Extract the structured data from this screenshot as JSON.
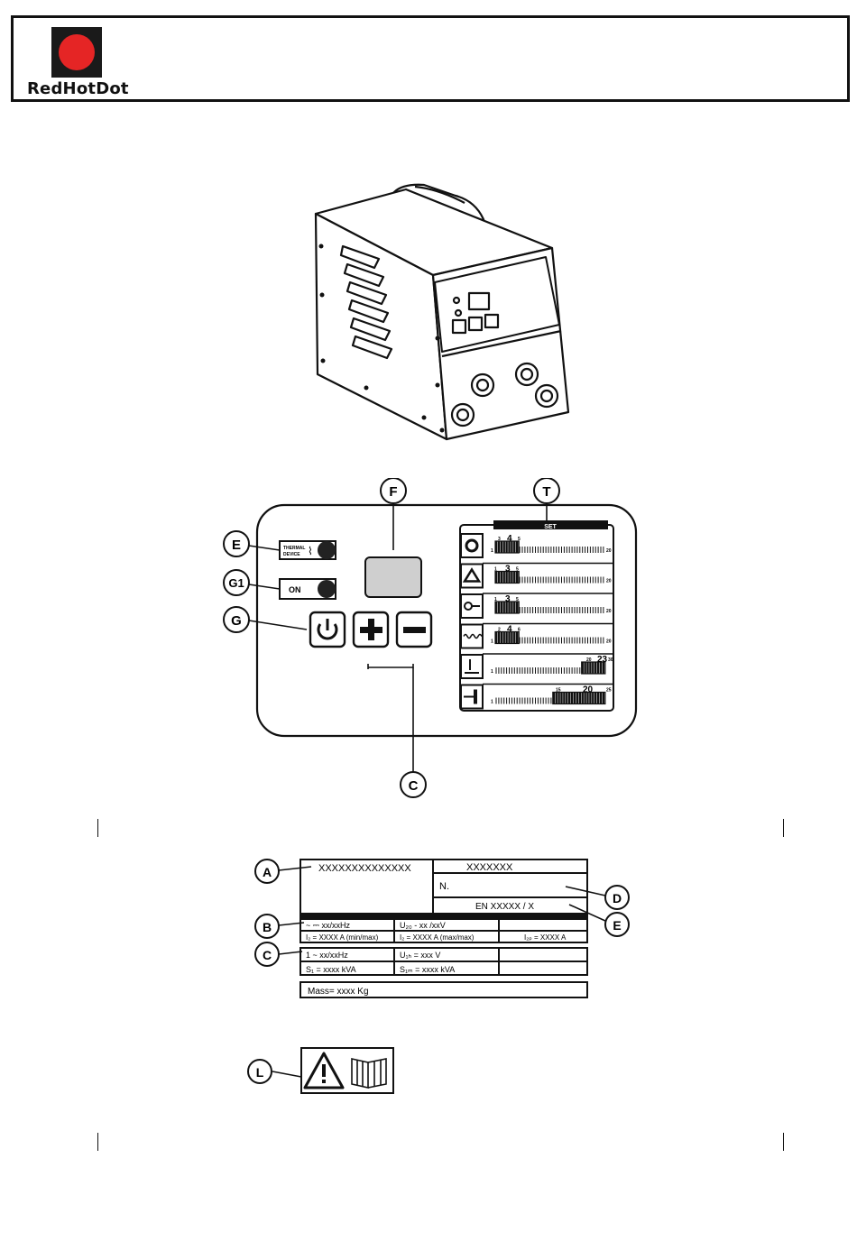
{
  "brand": {
    "name": "RedHotDot",
    "color_red": "#e52525",
    "color_dark": "#1a1a1a"
  },
  "panel": {
    "callouts": {
      "E": "E",
      "G1": "G1",
      "G": "G",
      "F": "F",
      "T": "T",
      "C": "C"
    },
    "thermal_label_1": "THERMAL",
    "thermal_label_2": "DEVICE",
    "on_label": "ON",
    "set_label": "SET",
    "scales": [
      {
        "icon": "circle-icon",
        "values": {
          "lo": "3",
          "mid": "4",
          "hi": "5",
          "start": "1",
          "end": "20"
        }
      },
      {
        "icon": "triangle-icon",
        "values": {
          "lo": "1",
          "mid": "3",
          "hi": "5",
          "start": "",
          "end": "20"
        }
      },
      {
        "icon": "key-icon",
        "values": {
          "lo": "1",
          "mid": "3",
          "hi": "5",
          "start": "",
          "end": "20"
        }
      },
      {
        "icon": "wave-icon",
        "values": {
          "lo": "2",
          "mid": "4",
          "hi": "6",
          "start": "1",
          "end": "20"
        }
      },
      {
        "icon": "stud-icon",
        "values": {
          "lo": "20",
          "mid": "23",
          "hi": "30",
          "start": "1",
          "end": ""
        }
      },
      {
        "icon": "hammer-icon",
        "values": {
          "lo": "15",
          "mid": "20",
          "hi": "25",
          "start": "1",
          "end": ""
        }
      }
    ]
  },
  "plate": {
    "callouts": {
      "A": "A",
      "B": "B",
      "C": "C",
      "D": "D",
      "E": "E"
    },
    "model": "XXXXXXXXXXXXXX",
    "code": "XXXXXXX",
    "number": "N.",
    "standard": "EN XXXXX / X",
    "b_freq": "~ ⎓ xx/xxHz",
    "u20": "U₂₀ - xx /xxV",
    "i2_range": "I₂ = XXXX A (min/max)",
    "i2_max": "I₂ = XXXX A (max/max)",
    "i2p": "I₂ₚ = XXXX A",
    "c_freq": "1 ~ xx/xxHz",
    "u1": "U₁ₕ = xxx V",
    "s1": "S₁ = xxxx kVA",
    "s1max": "S₁ₘ = xxxx kVA",
    "mass": "Mass= xxxx Kg"
  },
  "warning": {
    "callout": "L"
  }
}
